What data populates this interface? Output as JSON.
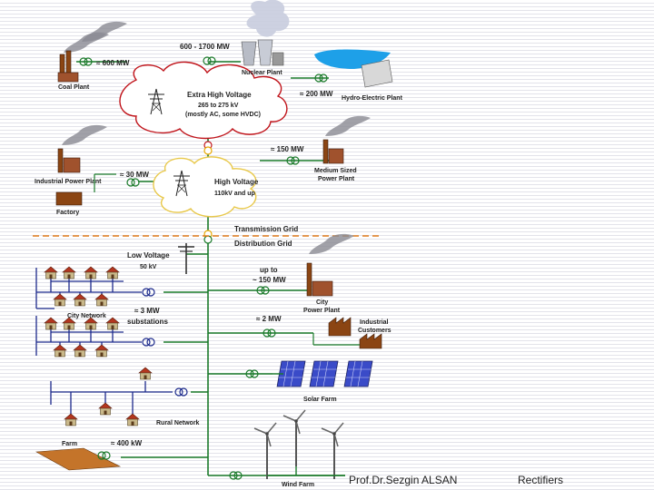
{
  "labels": {
    "coal_plant": "Coal Plant",
    "coal_mw": "≈ 600 MW",
    "nuclear_mw": "600 - 1700 MW",
    "nuclear_plant": "Nuclear Plant",
    "hydro_plant": "Hydro-Electric Plant",
    "hydro_mw": "≈ 200 MW",
    "ehv_title": "Extra High Voltage",
    "ehv_range": "265 to 275 kV",
    "ehv_note": "(mostly AC, some HVDC)",
    "medium_mw": "≈ 150 MW",
    "medium_plant_1": "Medium Sized",
    "medium_plant_2": "Power Plant",
    "industrial_power_plant": "Industrial Power Plant",
    "industrial_mw": "≈ 30 MW",
    "factory": "Factory",
    "hv_title": "High Voltage",
    "hv_range": "110kV and up",
    "transmission_grid": "Transmission Grid",
    "distribution_grid": "Distribution Grid",
    "lv_title": "Low Voltage",
    "lv_range": "50 kV",
    "city_plant_up_to": "up to",
    "city_plant_mw": "~ 150 MW",
    "city_plant_1": "City",
    "city_plant_2": "Power Plant",
    "city_network": "City Network",
    "substations_mw": "≈ 3 MW",
    "substations": "substations",
    "industrial_customers_mw": "≈ 2 MW",
    "industrial_customers_1": "Industrial",
    "industrial_customers_2": "Customers",
    "solar_farm": "Solar Farm",
    "rural_network": "Rural Network",
    "farm": "Farm",
    "farm_kw": "≈ 400 kW",
    "wind_farm": "Wind Farm"
  },
  "footer": {
    "author": "Prof.Dr.Sezgin ALSAN",
    "topic": "Rectifiers"
  },
  "colors": {
    "grid_line": "#1a7a2a",
    "ehv_text": "#c0141b",
    "hv_text": "#e8a800",
    "lv_text": "#2a8a2a",
    "network_line": "#1c2a8c",
    "dashed_divider": "#e07b1b",
    "building": "#8b4513",
    "solar_panel": "#3a4bc8"
  }
}
